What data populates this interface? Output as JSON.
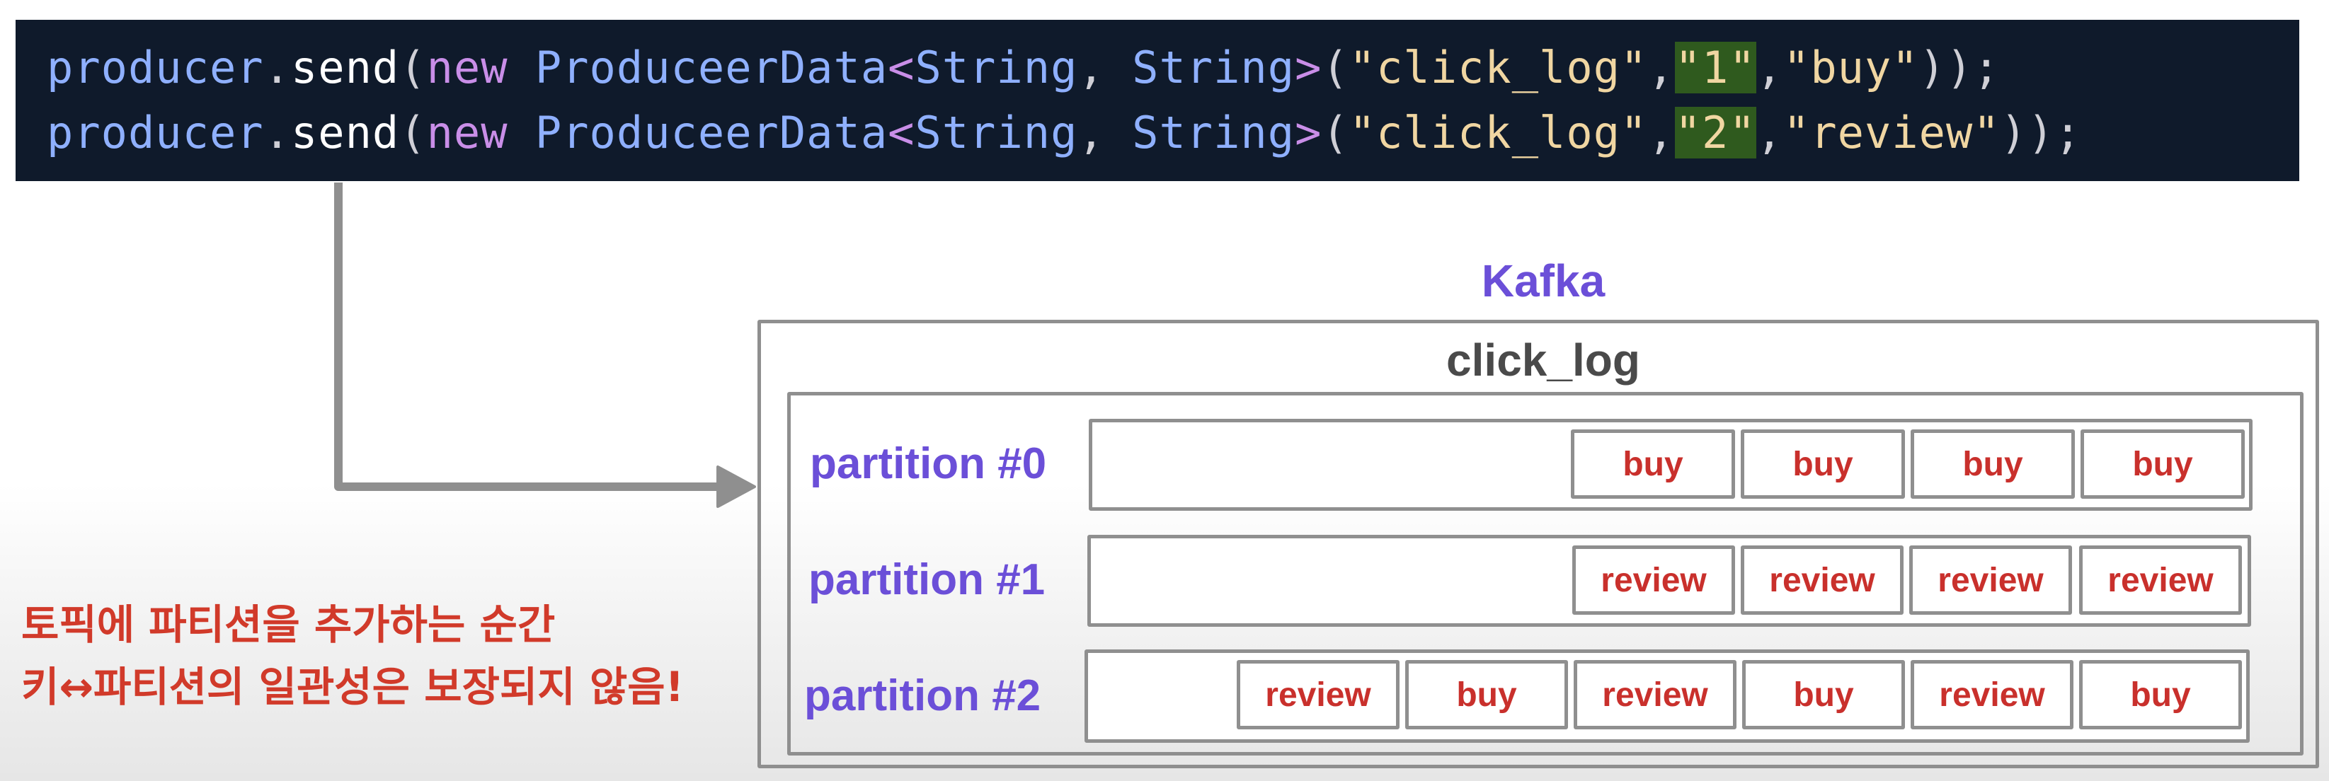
{
  "code": {
    "lines": [
      {
        "var": "producer",
        "dot": ".",
        "fn": "send",
        "open": "(",
        "kw": "new",
        "sp1": " ",
        "cls": "ProduceerData",
        "lt": "<",
        "t1": "String",
        "comma1": ", ",
        "t2": "String",
        "gt": ">",
        "paren2": "(",
        "topic": "\"click_log\"",
        "comma2": ",",
        "key": "\"1\"",
        "comma3": ",",
        "value": "\"buy\"",
        "close": "));"
      },
      {
        "var": "producer",
        "dot": ".",
        "fn": "send",
        "open": "(",
        "kw": "new",
        "sp1": " ",
        "cls": "ProduceerData",
        "lt": "<",
        "t1": "String",
        "comma1": ", ",
        "t2": "String",
        "gt": ">",
        "paren2": "(",
        "topic": "\"click_log\"",
        "comma2": ",",
        "key": "\"2\"",
        "comma3": ",",
        "value": "\"review\"",
        "close": "));"
      }
    ]
  },
  "kafka": {
    "title": "Kafka",
    "topic": "click_log",
    "partitions": [
      {
        "label": "partition #0",
        "messages": [
          "buy",
          "buy",
          "buy",
          "buy"
        ]
      },
      {
        "label": "partition #1",
        "messages": [
          "review",
          "review",
          "review",
          "review"
        ]
      },
      {
        "label": "partition #2",
        "messages": [
          "review",
          "buy",
          "review",
          "buy",
          "review",
          "buy"
        ]
      }
    ]
  },
  "note": {
    "line1": "토픽에 파티션을 추가하는 순간",
    "line2": "키↔파티션의 일관성은 보장되지 않음!"
  },
  "colors": {
    "code_bg": "#0f1a2b",
    "key_highlight": "#2f5a1e",
    "kafka_purple": "#6b4fd8",
    "message_red": "#c9302c",
    "note_red": "#d13a2a",
    "box_gray": "#8f8f8f"
  }
}
